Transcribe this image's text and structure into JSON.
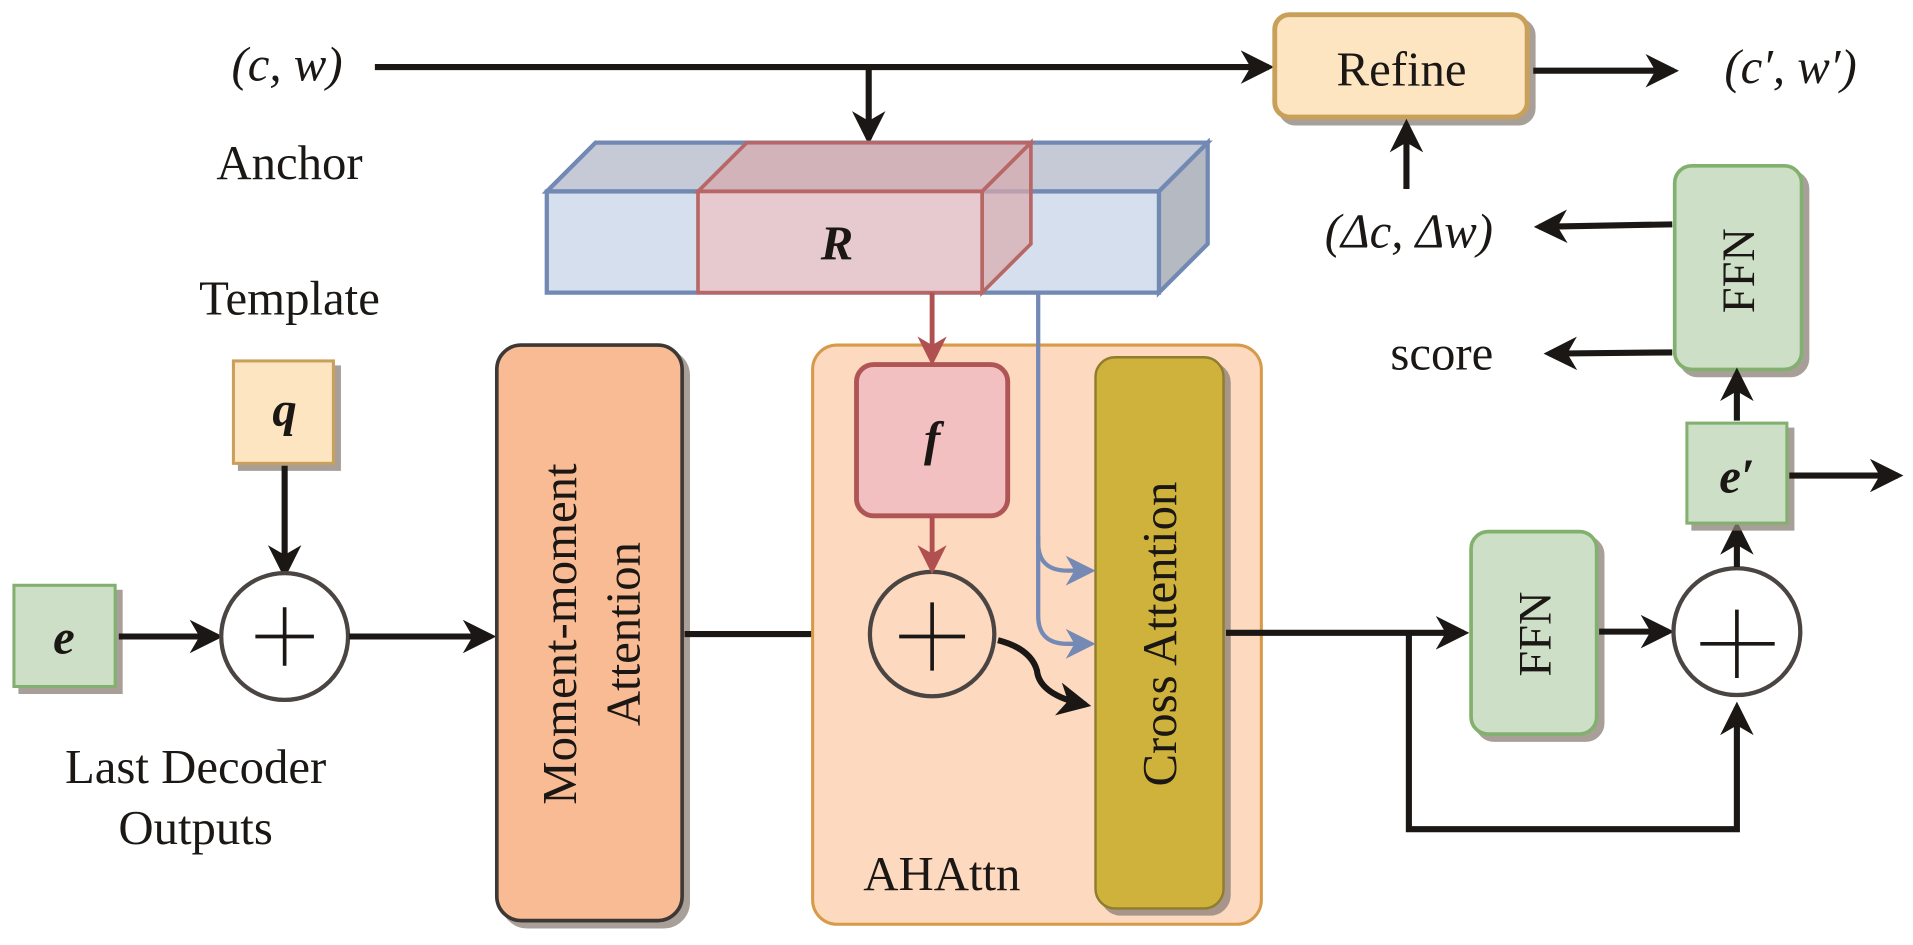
{
  "diagram": {
    "inputs": {
      "anchor_tuple": "(c, w)",
      "anchor_label": "Anchor",
      "template_label": "Template",
      "query_symbol": "q",
      "embedding_symbol": "e",
      "decoder_label_line1": "Last Decoder",
      "decoder_label_line2": "Outputs"
    },
    "modules": {
      "refine": "Refine",
      "refined_output": "(c′, w′)",
      "delta": "(Δc, Δw)",
      "score": "score",
      "ffn_top": "FFN",
      "ffn_mid": "FFN",
      "updated_embedding": "e′",
      "r_symbol": "R",
      "f_symbol": "f",
      "moment_attention_line1": "Moment-moment",
      "moment_attention_line2": "Attention",
      "cross_attention": "Cross Attention",
      "ahattn_label": "AHAttn",
      "plus": "+"
    },
    "colors": {
      "green_fill": "#cddfc6",
      "green_stroke": "#82b06e",
      "yellow_fill": "#fce5c0",
      "yellow_stroke": "#c9a05a",
      "orange_fill": "#f8bb94",
      "ahattn_fill": "#fdd9bf",
      "ahattn_stroke": "#d69a48",
      "cross_fill": "#cfb23b",
      "pink_fill": "#f2c0c0",
      "pink_stroke": "#b05555",
      "blue_fill": "#d6dfee",
      "blue_stroke": "#7289b3",
      "arrow": "#1a1714"
    }
  }
}
